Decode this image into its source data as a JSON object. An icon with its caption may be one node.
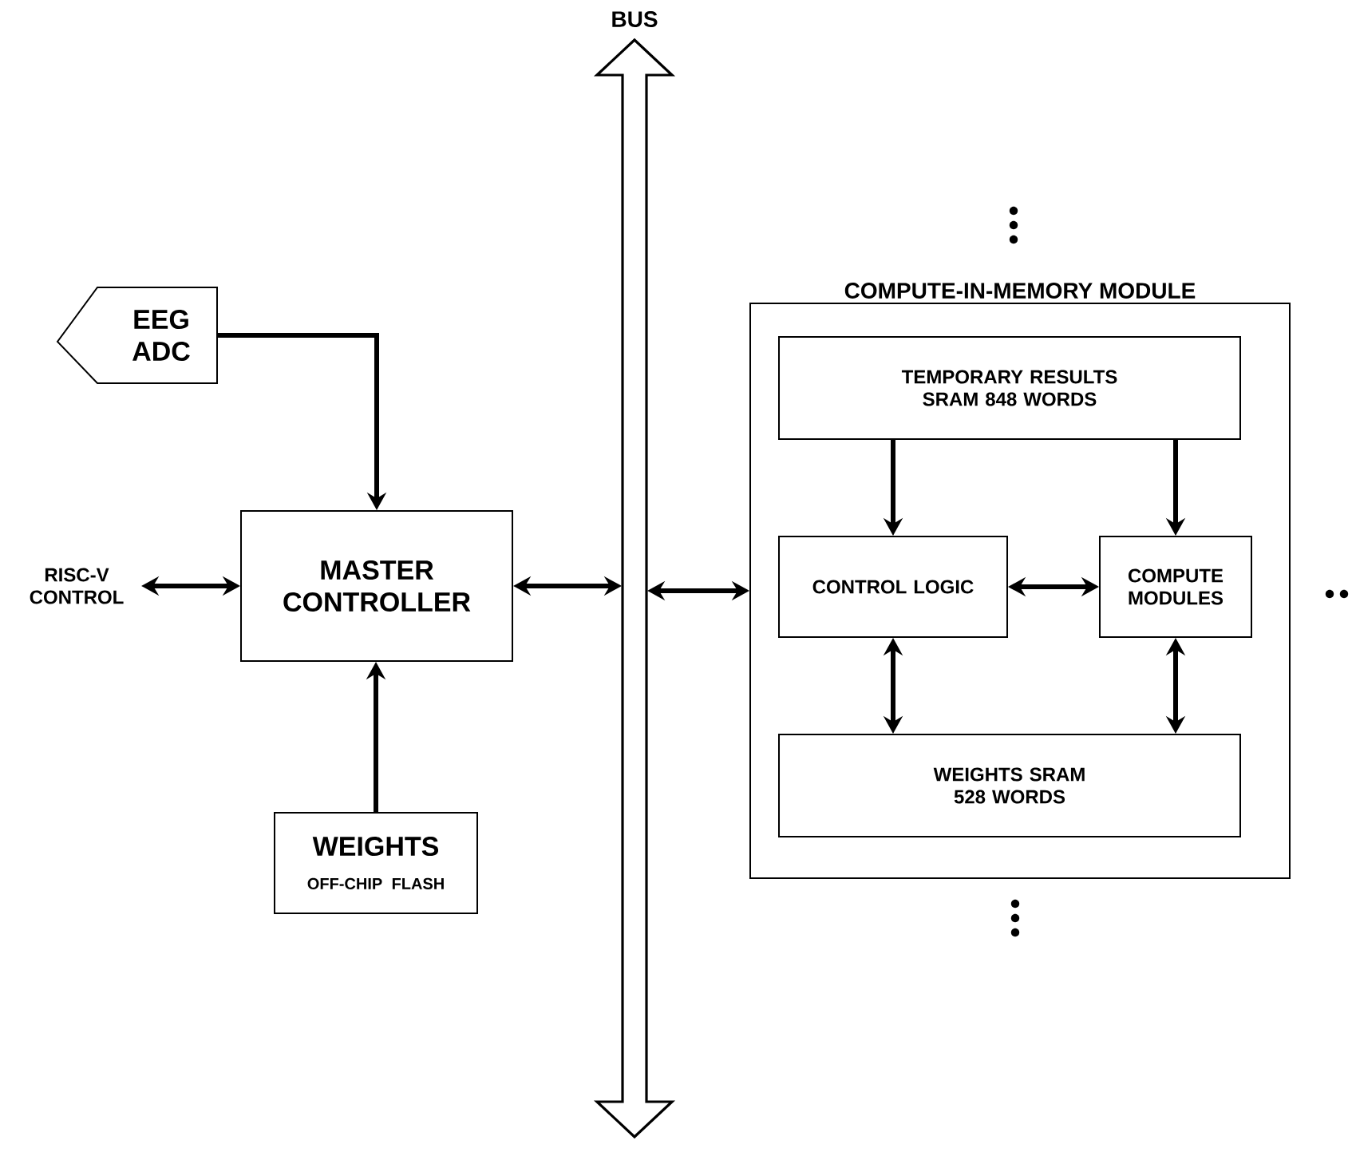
{
  "diagram": {
    "nodes": [
      {
        "text": [
          "EEG ADC"
        ]
      },
      {
        "text": [
          "RISC-V CONTROL"
        ]
      },
      {
        "text": [
          "MASTER CONTROLLER"
        ]
      },
      {
        "text": [
          "WEIGHTS",
          "OFF-CHIP FLASH"
        ]
      },
      {
        "text": [
          "BUS"
        ]
      },
      {
        "text": [
          "COMPUTE-IN-MEMORY MODULE"
        ]
      },
      {
        "text": [
          "TEMPORARY RESULTS SRAM 848 WORDS"
        ],
        "in": 5
      },
      {
        "text": [
          "CONTROL LOGIC"
        ],
        "in": 5
      },
      {
        "text": [
          "COMPUTE MODULES"
        ],
        "in": 5
      },
      {
        "text": [
          "WEIGHTS SRAM 528 WORDS"
        ],
        "in": 5
      }
    ],
    "edges": [
      {
        "from": 0,
        "to": 2,
        "arrow": "to"
      },
      {
        "from": 1,
        "to": 2,
        "arrow": "both"
      },
      {
        "from": 3,
        "to": 2,
        "arrow": "to"
      },
      {
        "from": 2,
        "to": 4,
        "arrow": "both"
      },
      {
        "from": 4,
        "to": 5,
        "arrow": "both"
      },
      {
        "from": 6,
        "to": 7,
        "arrow": "to"
      },
      {
        "from": 6,
        "to": 8,
        "arrow": "to"
      },
      {
        "from": 7,
        "to": 8,
        "arrow": "both"
      },
      {
        "from": 7,
        "to": 9,
        "arrow": "both"
      },
      {
        "from": 8,
        "to": 9,
        "arrow": "both"
      }
    ]
  }
}
